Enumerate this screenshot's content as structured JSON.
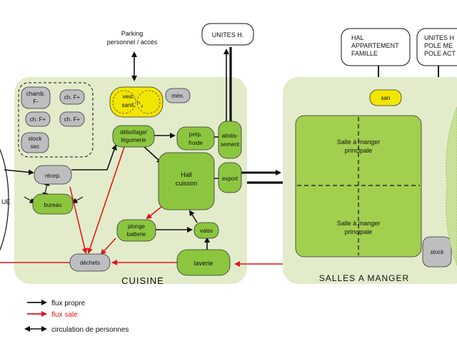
{
  "diagram": {
    "top_labels": {
      "parking_line1": "Parking",
      "parking_line2": "personnel / accès",
      "unites_h": "UNITES H.",
      "hal_line1": "HAL",
      "hal_line2": "APPARTEMENT",
      "hal_line3": "FAMILLE",
      "unites_pole_line1": "UNITES H",
      "unites_pole_line2": "POLE ME",
      "unites_pole_line3": "POLE ACT"
    },
    "left_cut_label": "UE",
    "kitchen": {
      "title": "CUISINE",
      "nodes": {
        "chamb_line1": "chamb.",
        "chamb_line2": "F-",
        "chf1": "ch. F+",
        "chf2": "ch. F+",
        "chf3": "ch. F+",
        "stock_sec_line1": "stock",
        "stock_sec_line2": "sec",
        "vest_line1": "vest.",
        "vest_line2": "sanit.",
        "vest_h": "H",
        "vest_f": "F",
        "men": "mén.",
        "deboitage_line1": "déboîtage/",
        "deboitage_line2": "légumerie",
        "prep_line1": "prép.",
        "prep_line2": "froide",
        "allot_line1": "allotis-",
        "allot_line2": "sement",
        "export": "export",
        "hall_line1": "Hall",
        "hall_line2": "cuisson",
        "recep": "récep.",
        "bureau": "bureau",
        "plonge_line1": "plonge",
        "plonge_line2": "batterie",
        "vaiss": "vaiss",
        "dechets": "déchets",
        "laverie": "laverie"
      }
    },
    "dining": {
      "title": "SALLES A MANGER",
      "san": "san",
      "salle_top_line1": "Salle à manger",
      "salle_top_line2": "principale",
      "salle_bottom_line1": "Salle à manger",
      "salle_bottom_line2": "principale",
      "stock": "stock"
    }
  },
  "legend": {
    "clean": "flux propre",
    "dirty": "flux sale",
    "people": "circulation de personnes"
  },
  "colors": {
    "zone": "#e2eccb",
    "node_green": "#8cc63f",
    "node_gray": "#bcbec0",
    "node_yellow": "#f2e600",
    "dining_green": "#a3cf4f",
    "clean_arrow": "#111111",
    "dirty_arrow": "#e3161b"
  }
}
